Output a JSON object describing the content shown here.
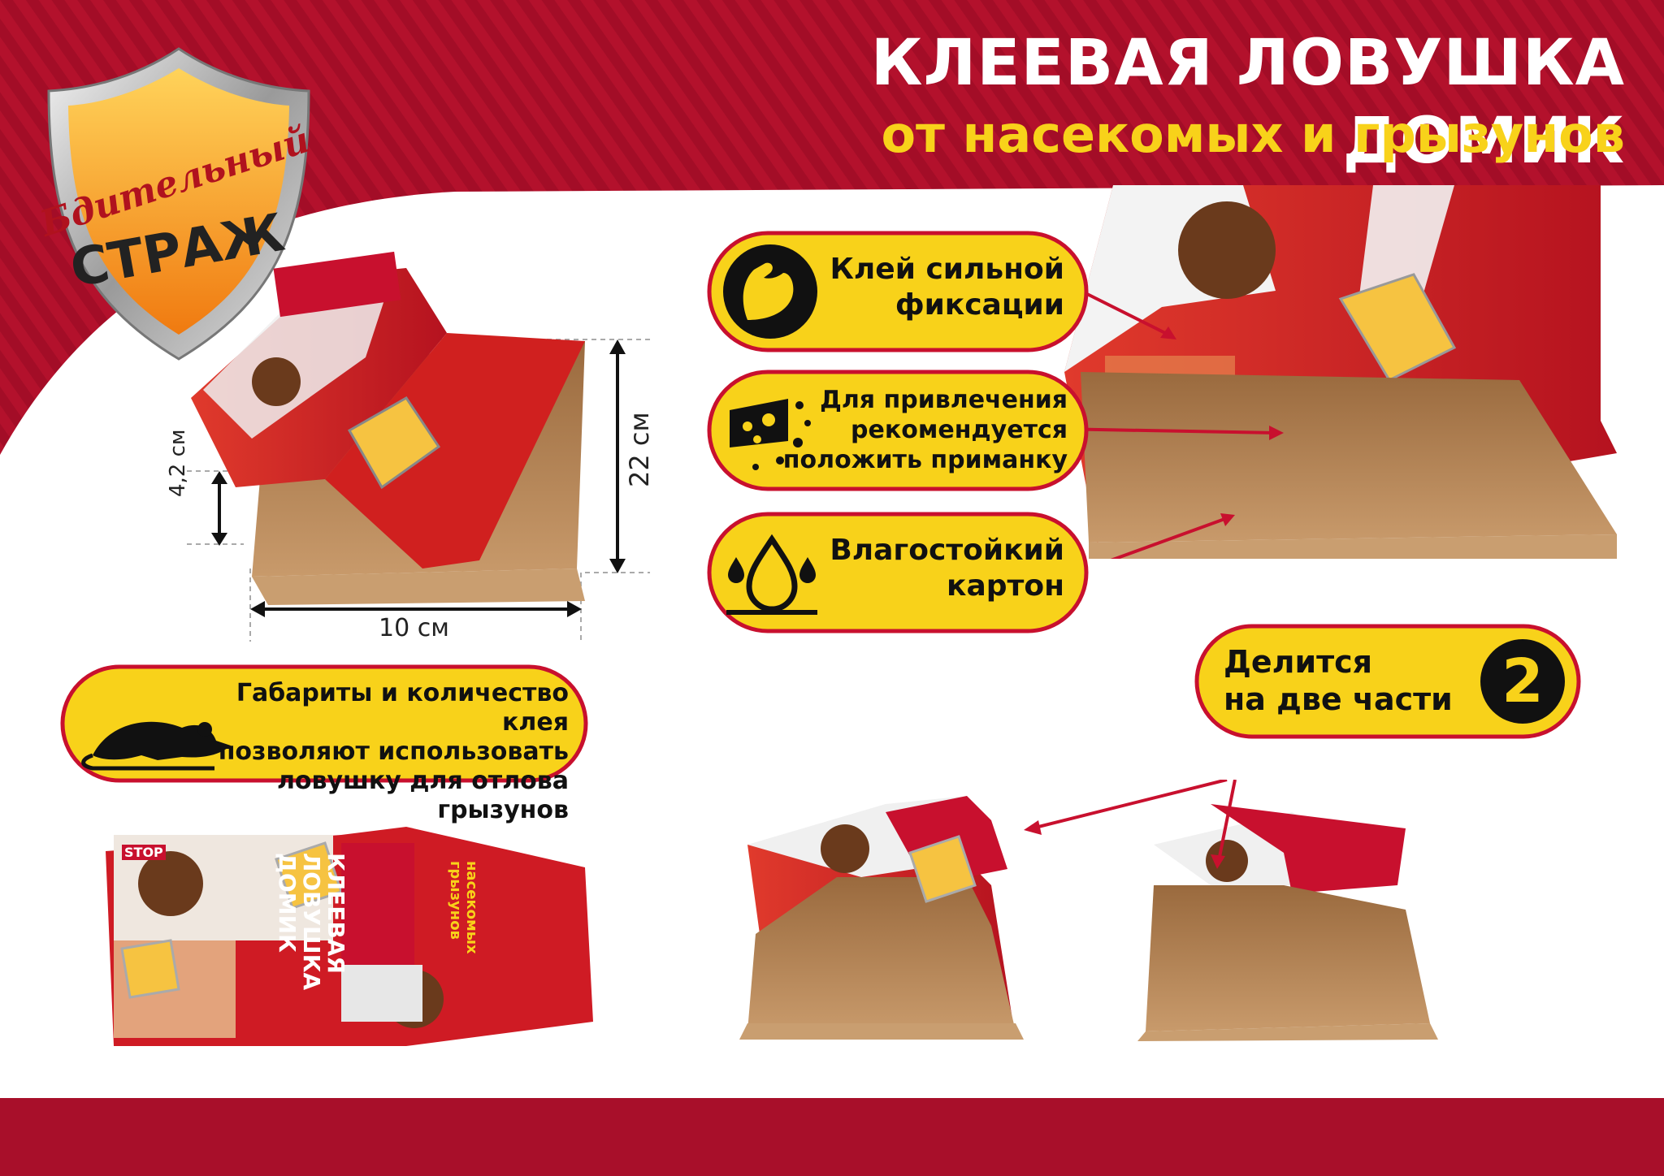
{
  "header": {
    "title": "КЛЕЕВАЯ ЛОВУШКА ДОМИК",
    "subtitle": "от насекомых и грызунов"
  },
  "logo": {
    "script_text": "Бдительный",
    "brand_text": "СТРАЖ"
  },
  "dimensions": {
    "height": "4,2 см",
    "length": "22 см",
    "width": "10 см"
  },
  "features": [
    {
      "icon": "muscle-arm-icon",
      "lines": [
        "Клей сильной",
        "фиксации"
      ]
    },
    {
      "icon": "cheese-icon",
      "lines": [
        "Для привлечения",
        "рекомендуется",
        "положить приманку"
      ]
    },
    {
      "icon": "water-drops-icon",
      "lines": [
        "Влагостойкий",
        "картон"
      ]
    }
  ],
  "rodent_note": {
    "icon": "rat-icon",
    "lines": [
      "Габариты и количество клея",
      "позволяют использовать",
      "ловушку для отлова грызунов"
    ]
  },
  "split_note": {
    "lines": [
      "Делится",
      "на две части"
    ],
    "number": "2"
  },
  "package_print": {
    "product_name": [
      "КЛЕЕВАЯ",
      "ЛОВУШКА",
      "ДОМИК"
    ],
    "target": [
      "насекомых",
      "грызунов"
    ],
    "stop": "STOP"
  },
  "colors": {
    "brand_red": "#c8102e",
    "dark_red": "#a80f2a",
    "yellow": "#f8d21a",
    "cardboard": "#b98552"
  }
}
